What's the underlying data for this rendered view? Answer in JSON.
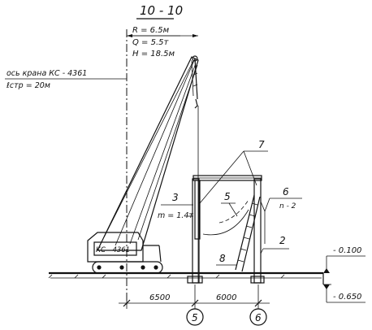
{
  "section_title": "10 - 10",
  "params": {
    "R": "R = 6.5м",
    "Q": "Q = 5.5т",
    "H": "H = 18.5м"
  },
  "crane_axis": {
    "line1": "ось  крана  КС - 4361",
    "line2": "ℓстр = 20м"
  },
  "crane_body_label": "КС - 4361",
  "labels": {
    "n3": "3",
    "n3_mass": "m = 1.4т",
    "n7": "7",
    "n5": "5",
    "n6": "6",
    "n6_sub": "n - 2",
    "n2": "2",
    "n8": "8"
  },
  "levels": {
    "upper": "- 0.100",
    "lower": "- 0.650"
  },
  "dimensions": {
    "left": "6500",
    "right": "6000"
  },
  "axes": {
    "a": "5",
    "b": "6"
  }
}
